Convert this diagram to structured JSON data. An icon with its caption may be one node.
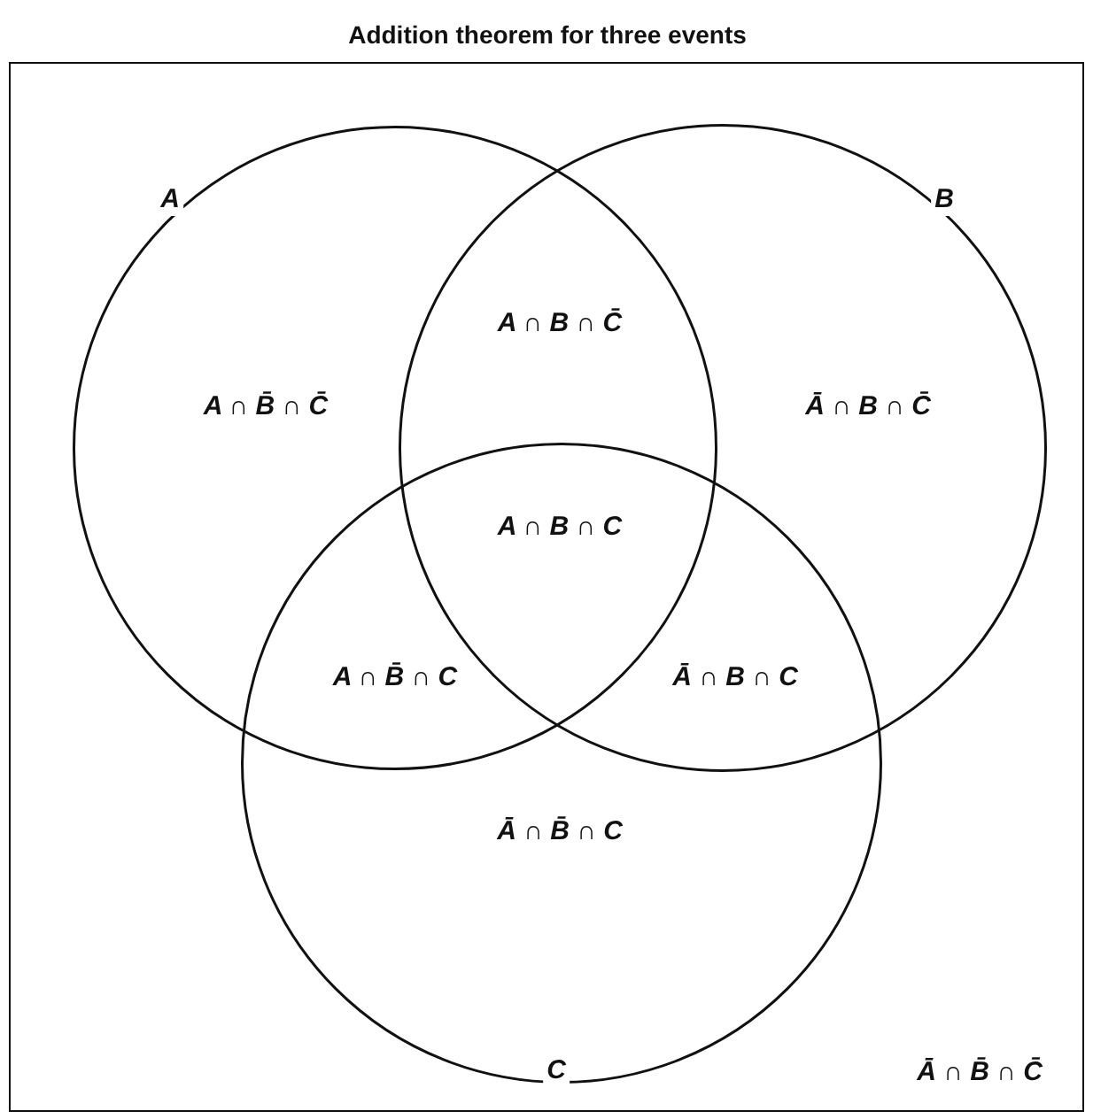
{
  "diagram": {
    "title": "Addition theorem for three events",
    "nodes": [
      {
        "text": [
          "Ā ∩ B̄ ∩ C̄"
        ]
      },
      {
        "text": [
          "A"
        ],
        "in": 0
      },
      {
        "text": [
          "B"
        ],
        "in": 0
      },
      {
        "text": [
          "C"
        ],
        "in": 0
      }
    ],
    "edges": [],
    "labels": [
      "A ∩ B ∩ C̄",
      "A ∩ B̄ ∩ C̄",
      "Ā ∩ B ∩ C̄",
      "A ∩ B ∩ C",
      "A ∩ B̄ ∩ C",
      "Ā ∩ B ∩ C",
      "Ā ∩ B̄ ∩ C"
    ]
  }
}
